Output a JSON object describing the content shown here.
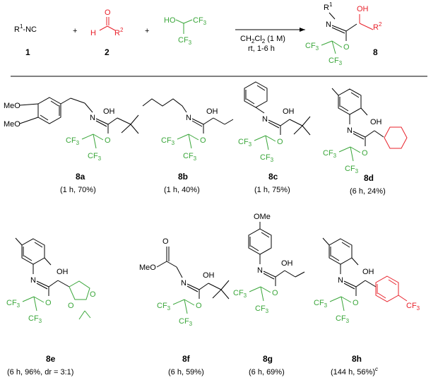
{
  "scheme": {
    "reagent1": {
      "formula": "R",
      "sup": "1",
      "suffix": "-NC",
      "label": "1"
    },
    "reagent2": {
      "o": "O",
      "h": "H",
      "r": "R",
      "sup": "2",
      "label": "2"
    },
    "reagent3": {
      "ho": "HO",
      "cf3": "CF",
      "sub": "3"
    },
    "plus": "+",
    "conditions": {
      "line1": "CH",
      "line1_sub": "2",
      "line1_b": "Cl",
      "line1_sub2": "2",
      "line1_end": " (1 M)",
      "line2": "rt, 1-6 h"
    },
    "product": {
      "r1": "R",
      "r1_sup": "1",
      "n": "N",
      "oh": "OH",
      "r2": "R",
      "r2_sup": "2",
      "o": "O",
      "label": "8"
    }
  },
  "atoms": {
    "n": "N",
    "o": "O",
    "oh": "OH",
    "cf3": "CF",
    "three": "3",
    "meo": "MeO",
    "ome": "OMe"
  },
  "compounds": [
    {
      "id": "8a",
      "cond": "(1 h, 70%)"
    },
    {
      "id": "8b",
      "cond": "(1 h, 40%)"
    },
    {
      "id": "8c",
      "cond": "(1 h, 75%)"
    },
    {
      "id": "8d",
      "cond": "(6 h, 24%)"
    },
    {
      "id": "8e",
      "cond": "(6 h, 96%, dr = 3:1)"
    },
    {
      "id": "8f",
      "cond": "(6 h, 59%)"
    },
    {
      "id": "8g",
      "cond": "(6 h, 69%)"
    },
    {
      "id": "8h",
      "cond": "(144 h, 56%)",
      "sup": "c"
    }
  ],
  "colors": {
    "green": "#3aa63a",
    "red": "#e8202a",
    "black": "#000000"
  }
}
